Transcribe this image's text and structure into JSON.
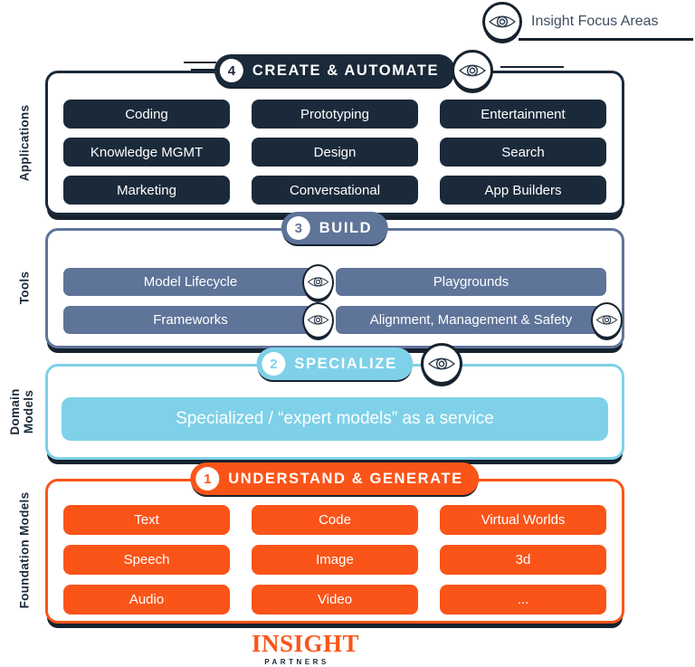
{
  "legend": {
    "label": "Insight Focus Areas"
  },
  "colors": {
    "navy": "#1b2a3a",
    "slate_blue": "#5f7499",
    "sky_blue": "#7ed1e8",
    "orange": "#fa5419"
  },
  "sections": [
    {
      "side_label": "Applications",
      "number": "4",
      "title": "CREATE & AUTOMATE",
      "header_has_eye": true,
      "items": [
        "Coding",
        "Prototyping",
        "Entertainment",
        "Knowledge MGMT",
        "Design",
        "Search",
        "Marketing",
        "Conversational",
        "App Builders"
      ]
    },
    {
      "side_label": "Tools",
      "number": "3",
      "title": "BUILD",
      "header_has_eye": false,
      "items": [
        {
          "label": "Model Lifecycle",
          "has_eye": true
        },
        {
          "label": "Playgrounds",
          "has_eye": false
        },
        {
          "label": "Frameworks",
          "has_eye": true
        },
        {
          "label": "Alignment, Management & Safety",
          "has_eye": true
        }
      ]
    },
    {
      "side_label": "Domain Models",
      "number": "2",
      "title": "SPECIALIZE",
      "header_has_eye": true,
      "items": [
        {
          "label": "Specialized / “expert models” as a service",
          "has_eye": false
        }
      ]
    },
    {
      "side_label": "Foundation Models",
      "number": "1",
      "title": "UNDERSTAND & GENERATE",
      "header_has_eye": false,
      "items": [
        "Text",
        "Code",
        "Virtual Worlds",
        "Speech",
        "Image",
        "3d",
        "Audio",
        "Video",
        "..."
      ]
    }
  ],
  "footer": {
    "brand_primary": "INSIGHT",
    "brand_secondary": "PARTNERS"
  }
}
